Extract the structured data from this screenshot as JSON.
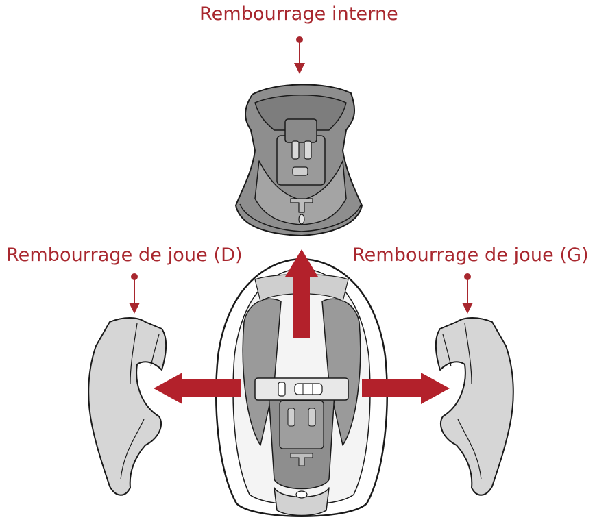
{
  "labels": {
    "inner_pad": "Rembourrage interne",
    "cheek_pad_right": "Rembourrage de joue (D)",
    "cheek_pad_left": "Rembourrage de joue (G)"
  },
  "colors": {
    "accent": "#a8272e",
    "arrow": "#b3212b",
    "pad_dark": "#8e8e8e",
    "pad_light": "#d6d6d6",
    "outline": "#1a1a1a"
  }
}
